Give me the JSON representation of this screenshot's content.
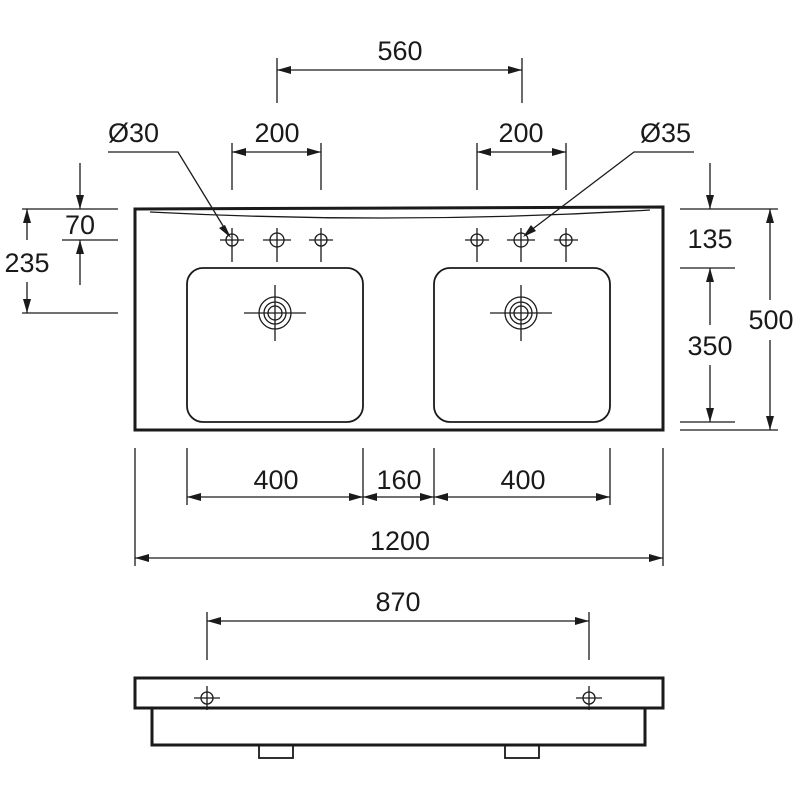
{
  "dimensions": {
    "tap_spacing_total": "560",
    "tap_spacing_left": "200",
    "tap_spacing_right": "200",
    "hole_diameter_left": "Ø30",
    "hole_diameter_right": "Ø35",
    "edge_to_taps_left": "70",
    "edge_to_drain_left": "235",
    "edge_to_basin_right": "135",
    "basin_depth": "350",
    "overall_depth": "500",
    "basin_width_left": "400",
    "basin_gap": "160",
    "basin_width_right": "400",
    "overall_width": "1200",
    "mounting_holes": "870"
  }
}
